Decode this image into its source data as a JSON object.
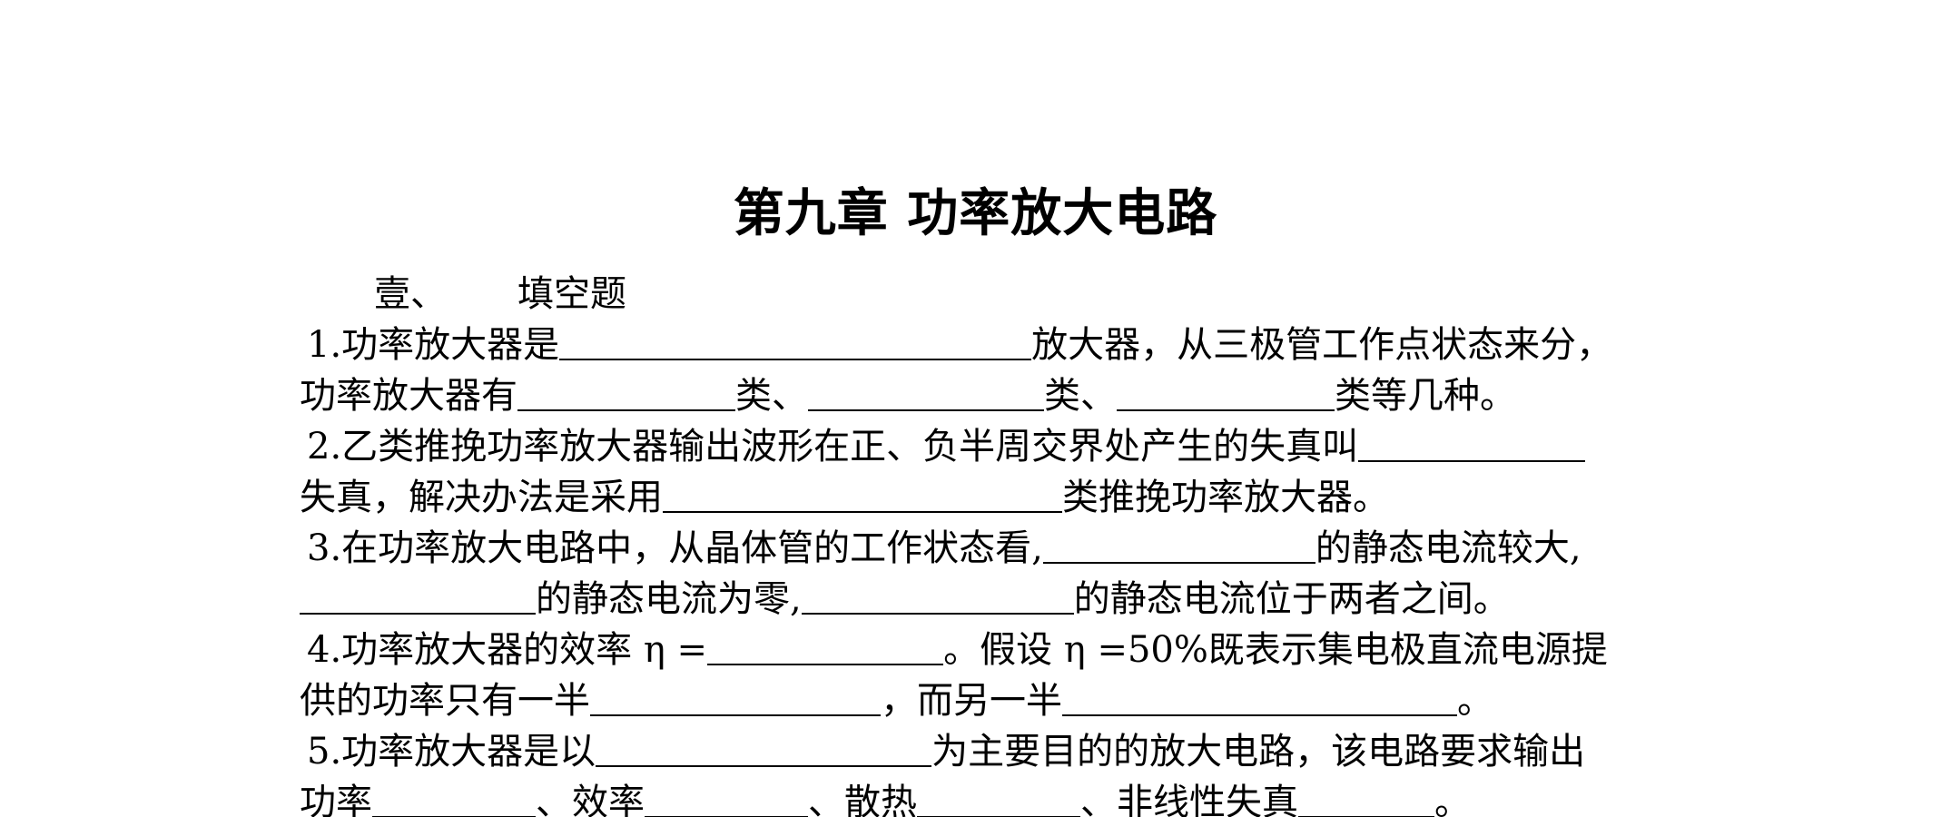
{
  "title": "第九章 功率放大电路",
  "section": {
    "number": "壹、",
    "label": "填空题"
  },
  "q1": {
    "a": "1.功率放大器是",
    "b": "放大器，从三极管工作点状态来分，",
    "c": "功率放大器有",
    "d": "类、",
    "e": "类、",
    "f": "类等几种。"
  },
  "q2": {
    "a": "2.乙类推挽功率放大器输出波形在正、负半周交界处产生的失真叫",
    "b": "失真，解决办法是采用",
    "c": "类推挽功率放大器。"
  },
  "q3": {
    "a": "3.在功率放大电路中，从晶体管的工作状态看,",
    "b": "的静态电流较大,",
    "c": "的静态电流为零,",
    "d": "的静态电流位于两者之间。"
  },
  "q4": {
    "a": "4.功率放大器的效率 η =",
    "b": "。假设 η =50%既表示集电极直流电源提",
    "c": "供的功率只有一半",
    "d": "，而另一半",
    "e": "。"
  },
  "q5": {
    "a": "5.功率放大器是以",
    "b": "为主要目的的放大电路，该电路要求输出",
    "c": "功率",
    "d": "、效率",
    "e": "、散热",
    "f": "、非线性失真",
    "g": "。"
  }
}
